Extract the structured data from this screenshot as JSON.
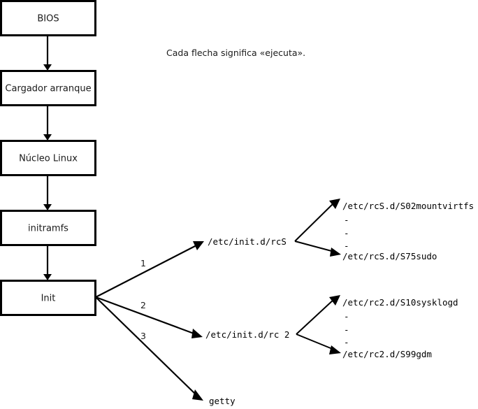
{
  "diagram": {
    "title_caption": "Cada flecha significa «ejecuta».",
    "boot_chain": [
      {
        "label": "BIOS"
      },
      {
        "label": "Cargador arranque"
      },
      {
        "label": "Núcleo Linux"
      },
      {
        "label": "initramfs"
      },
      {
        "label": "Init"
      }
    ],
    "init_branches": [
      {
        "number": "1",
        "label": "/etc/init.d/rcS"
      },
      {
        "number": "2",
        "label": "/etc/init.d/rc 2"
      },
      {
        "number": "3",
        "label": "getty"
      }
    ],
    "rcs_scripts": {
      "first": "/etc/rcS.d/S02mountvirtfs",
      "ellipsis": [
        "-",
        "-",
        "-"
      ],
      "last": "/etc/rcS.d/S75sudo"
    },
    "rc2_scripts": {
      "first": "/etc/rc2.d/S10sysklogd",
      "ellipsis": [
        "-",
        "-",
        "-"
      ],
      "last": "/etc/rc2.d/S99gdm"
    },
    "colors": {
      "stroke": "#000000",
      "fill": "#ffffff",
      "text": "#1a1a1a"
    }
  }
}
